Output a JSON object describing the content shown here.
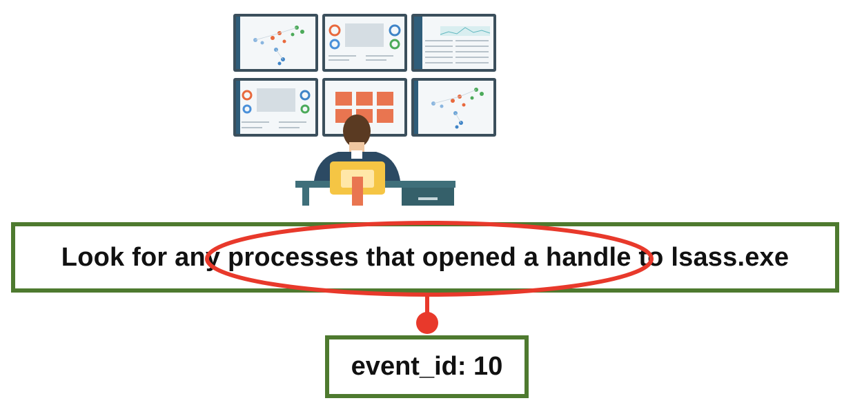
{
  "query": {
    "text": "Look for any processes that opened a handle to lsass.exe",
    "highlight": "processes that opened a handle"
  },
  "mapping": {
    "field_text": "event_id: 10"
  },
  "colors": {
    "box_border": "#4e7a2f",
    "highlight": "#e8392b",
    "monitor_frame": "#3b4f5c",
    "desk": "#3f6f7a",
    "accent_orange": "#e97550",
    "chair_yellow": "#f5c544"
  },
  "icons": [
    "security-analyst-illustration",
    "monitor-dashboard-icon",
    "highlight-ellipse",
    "connector-dot"
  ]
}
